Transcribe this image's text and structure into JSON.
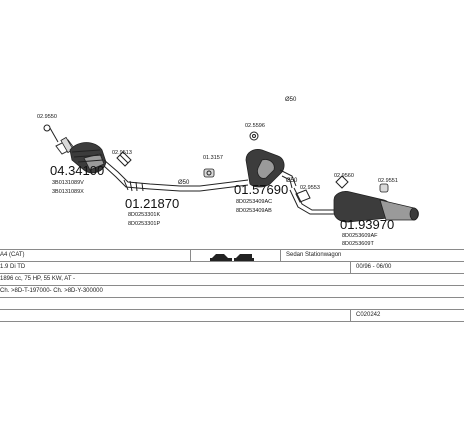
{
  "parts": {
    "p1": {
      "num": "04.34100",
      "code1": "3B0131089V",
      "code2": "3B0131089X",
      "clamp": "02.9550"
    },
    "p2": {
      "num": "01.21870",
      "code1": "8D0253301K",
      "code2": "8D0253301P",
      "clamp": "02.9513"
    },
    "p3": {
      "num": "01.57690",
      "code1": "8D0253409AC",
      "code2": "8D0253409AB",
      "clamp": "02.5596",
      "hanger": "01.3157"
    },
    "p4": {
      "num": "01.93970",
      "code1": "8D0253609AF",
      "code2": "8D0253609T",
      "clamp": "02.9553",
      "hanger1": "02.9560",
      "hanger2": "02.9551"
    }
  },
  "diameters": {
    "d1": "Ø50",
    "d2": "Ø50",
    "d3": "Ø50"
  },
  "vehicle": {
    "model": "A4 (CAT)",
    "body": "Sedan Stationwagon",
    "engine": "1.9 Di TD",
    "years": "00/96 - 06/00",
    "spec": "1896 cc, 75 HP, 55 KW, AT -",
    "chassis": "Ch. >8D-T-197000- Ch. >8D-Y-300000",
    "ref": "C020242"
  }
}
